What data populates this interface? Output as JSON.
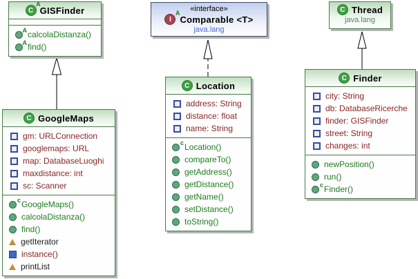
{
  "icons": {
    "class_glyph": "C",
    "interface_glyph": "I",
    "abstract_marker": "A",
    "constructor_marker": "c"
  },
  "colors": {
    "class_border_green": "#467A46",
    "interface_border_blue": "#3A4662",
    "field_text": "#8A2525",
    "method_text": "#1F7D1F",
    "package_text_blue": "#4A68C8",
    "package_text_green": "#578557"
  },
  "boxes": {
    "gisfinder": {
      "title": "GISFinder",
      "methods": [
        "calcolaDistanza()",
        "find()"
      ]
    },
    "comparable": {
      "stereotype": "«interface»",
      "title": "Comparable <T>",
      "package": "java.lang"
    },
    "thread": {
      "title": "Thread",
      "package": "java.lang"
    },
    "googlemaps": {
      "title": "GoogleMaps",
      "fields": [
        "gm: URLConnection",
        "googlemaps: URL",
        "map: DatabaseLuoghi",
        "maxdistance: int",
        "sc: Scanner"
      ],
      "methods": [
        "GoogleMaps()",
        "calcolaDistanza()",
        "find()",
        "getIterator",
        "instance()",
        "printList"
      ]
    },
    "location": {
      "title": "Location",
      "fields": [
        "address: String",
        "distance: float",
        "name: String"
      ],
      "methods": [
        "Location()",
        "compareTo()",
        "getAddress()",
        "getDistance()",
        "getName()",
        "setDistance()",
        "toString()"
      ]
    },
    "finder": {
      "title": "Finder",
      "fields": [
        "city: String",
        "db: DatabaseRicerche",
        "finder: GISFinder",
        "street: String",
        "changes: int"
      ],
      "methods": [
        "newPosition()",
        "run()",
        "Finder()"
      ]
    }
  },
  "relations": [
    {
      "from": "GoogleMaps",
      "to": "GISFinder",
      "type": "generalization"
    },
    {
      "from": "Location",
      "to": "Comparable",
      "type": "realization"
    },
    {
      "from": "Finder",
      "to": "Thread",
      "type": "generalization"
    }
  ]
}
